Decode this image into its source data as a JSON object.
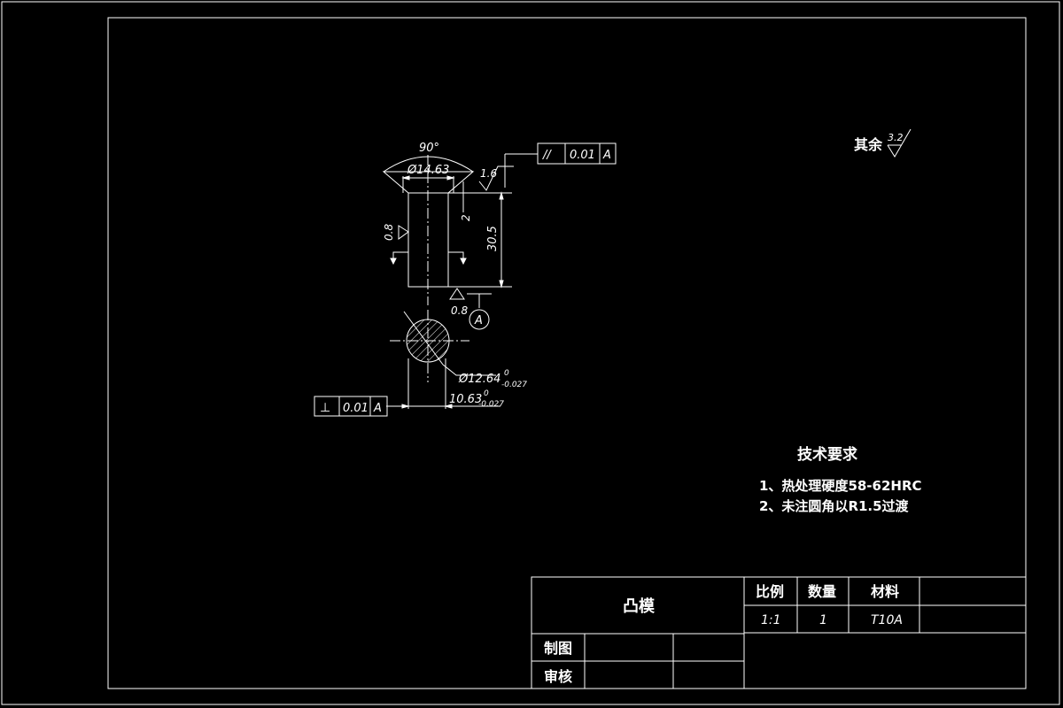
{
  "colors": {
    "background": "#000000",
    "stroke": "#ffffff"
  },
  "part_drawing": {
    "angle_label": "90°",
    "top_diameter": "Ø14.63",
    "top_roughness": "1.6",
    "side_roughness": "0.8",
    "length_dim": "30.5",
    "chamfer_dim": "2",
    "bottom_roughness": "0.8",
    "datum_label": "A",
    "section_diameter": "Ø12.64",
    "section_diameter_tol_upper": "0",
    "section_diameter_tol_lower": "-0.027",
    "flat_dim": "10.63",
    "flat_dim_tol_upper": "0",
    "flat_dim_tol_lower": "-0.027"
  },
  "tolerance_frames": [
    {
      "symbol": "//",
      "value": "0.01",
      "datum": "A"
    },
    {
      "symbol": "⊥",
      "value": "0.01",
      "datum": "A"
    }
  ],
  "general_roughness": {
    "label": "其余",
    "value": "3.2"
  },
  "tech_requirements": {
    "title": "技术要求",
    "items": [
      "1、热处理硬度58-62HRC",
      "2、未注圆角以R1.5过渡"
    ]
  },
  "title_block": {
    "part_name": "凸模",
    "scale_label": "比例",
    "scale_value": "1:1",
    "quantity_label": "数量",
    "quantity_value": "1",
    "material_label": "材料",
    "material_value": "T10A",
    "drawn_label": "制图",
    "checked_label": "审核"
  }
}
